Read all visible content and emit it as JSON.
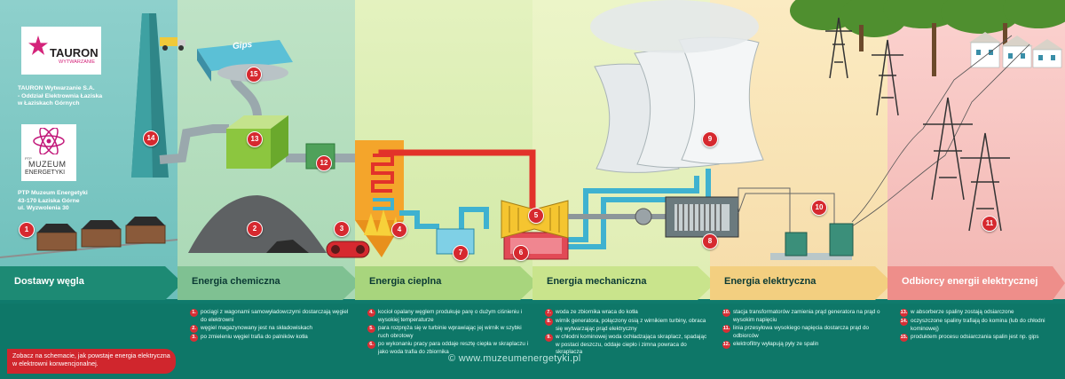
{
  "logos": {
    "tauron_name": "TAURON",
    "tauron_sub": "WYTWARZANIE",
    "museum_prefix": "PTP",
    "museum_line1": "MUZEUM",
    "museum_line2": "ENERGETYKI"
  },
  "org_info": {
    "line1": "TAURON Wytwarzanie S.A.",
    "line2": "- Oddział Elektrownia Łaziska",
    "line3": "w Łaziskach Górnych"
  },
  "museum_info": {
    "line1": "PTP Muzeum Energetyki",
    "line2": "43-170 Łaziska Górne",
    "line3": "ul. Wyzwolenia 30"
  },
  "gypsum_label": "Gips",
  "stages": [
    {
      "label": "Dostawy węgla"
    },
    {
      "label": "Energia chemiczna"
    },
    {
      "label": "Energia cieplna"
    },
    {
      "label": "Energia mechaniczna"
    },
    {
      "label": "Energia elektryczna"
    },
    {
      "label": "Odbiorcy energii elektrycznej"
    }
  ],
  "markers": [
    "1",
    "2",
    "3",
    "4",
    "5",
    "6",
    "7",
    "8",
    "9",
    "10",
    "11",
    "12",
    "13",
    "14",
    "15"
  ],
  "descriptions": [
    {
      "items": [
        {
          "n": "1.",
          "t": "pociągi z wagonami samowyładowczymi dostarczają węgiel do elektrowni"
        },
        {
          "n": "2.",
          "t": "węgiel magazynowany jest na składowiskach"
        },
        {
          "n": "3.",
          "t": "po zmieleniu węgiel trafia do palników kotła"
        }
      ]
    },
    {
      "items": [
        {
          "n": "4.",
          "t": "kocioł opalany węglem produkuje parę o dużym ciśnieniu i wysokiej temperaturze"
        },
        {
          "n": "5.",
          "t": "para rozpręża się w turbinie wprawiając jej wirnik w szybki ruch obrotowy"
        },
        {
          "n": "6.",
          "t": "po wykonaniu pracy para oddaje resztę ciepła w skraplaczu i jako woda trafia do zbiornika"
        }
      ]
    },
    {
      "items": [
        {
          "n": "7.",
          "t": "woda ze zbiornika wraca do kotła"
        },
        {
          "n": "8.",
          "t": "wirnik generatora, połączony osią z wirnikiem turbiny, obraca się wytwarzając prąd elektryczny"
        },
        {
          "n": "9.",
          "t": "w chłodni kominowej woda ochładzająca skraplacz, spadając w postaci deszczu, oddaje ciepło i zimna powraca do skraplacza"
        }
      ]
    },
    {
      "items": [
        {
          "n": "10.",
          "t": "stacja transformatorów zamienia prąd generatora na prąd o wysokim napięciu"
        },
        {
          "n": "11.",
          "t": "linia przesyłowa wysokiego napięcia dostarcza prąd do odbiorców"
        },
        {
          "n": "12.",
          "t": "elektrofiltry wyłapują pyły ze spalin"
        }
      ]
    },
    {
      "items": [
        {
          "n": "13.",
          "t": "w absorberze spaliny zostają odsiarczone"
        },
        {
          "n": "14.",
          "t": "oczyszczone spaliny trafiają do komina (lub do chłodni kominowej)"
        },
        {
          "n": "15.",
          "t": "produktem procesu odsiarczania spalin jest np. gips"
        }
      ]
    }
  ],
  "callout": "Zobacz na schemacie, jak powstaje energia elektryczna w elektrowni konwencjonalnej.",
  "credit": "© www.muzeumenergetyki.pl",
  "colors": {
    "marker": "#d6292f",
    "steam_hot": "#e2322a",
    "water_cold": "#3fb2d0",
    "flue_gas": "#9aa8ad",
    "boiler": "#f4a52b",
    "absorber": "#8cc63f"
  }
}
